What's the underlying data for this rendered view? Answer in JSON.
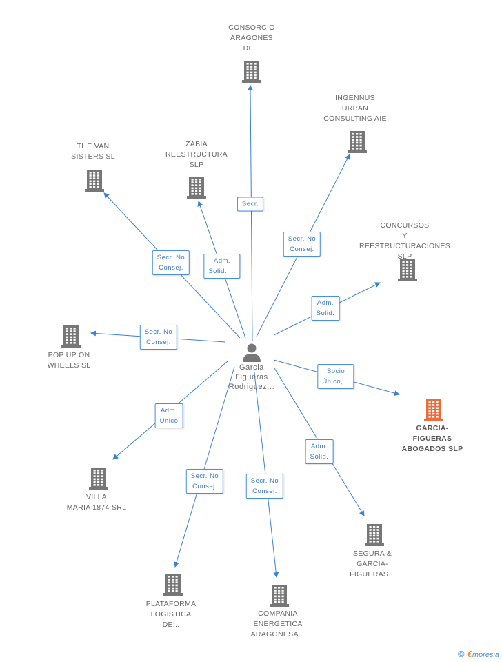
{
  "colors": {
    "edge": "#3a80d6",
    "building": "#777777",
    "highlight": "#f06b3a",
    "badge_text": "#3a78c8"
  },
  "person": {
    "name": "Garcia\nFigueras\nRodriguez...",
    "icon": "person-icon"
  },
  "companies": [
    {
      "name": "CONSORCIO\nARAGONES\nDE...",
      "icon": "building-icon",
      "highlight": false
    },
    {
      "name": "INGENNUS\nURBAN\nCONSULTING AIE",
      "icon": "building-icon",
      "highlight": false
    },
    {
      "name": "THE VAN\nSISTERS  SL",
      "icon": "building-icon",
      "highlight": false
    },
    {
      "name": "ZABIA\nREESTRUCTURA\nSLP",
      "icon": "building-icon",
      "highlight": false
    },
    {
      "name": "CONCURSOS\nY\nREESTRUCTURACIONES SLP",
      "icon": "building-icon",
      "highlight": false
    },
    {
      "name": "POP UP ON\nWHEELS  SL",
      "icon": "building-icon",
      "highlight": false
    },
    {
      "name": "GARCIA-\nFIGUERAS\nABOGADOS SLP",
      "icon": "building-icon",
      "highlight": true
    },
    {
      "name": "VILLA\nMARIA 1874 SRL",
      "icon": "building-icon",
      "highlight": false
    },
    {
      "name": "SEGURA &\nGARCIA-\nFIGUERAS...",
      "icon": "building-icon",
      "highlight": false
    },
    {
      "name": "PLATAFORMA\nLOGISTICA\nDE...",
      "icon": "building-icon",
      "highlight": false
    },
    {
      "name": "COMPAÑIA\nENERGETICA\nARAGONESA...",
      "icon": "building-icon",
      "highlight": false
    }
  ],
  "relations": [
    {
      "company": 0,
      "label": "Secr."
    },
    {
      "company": 1,
      "label": "Secr.  No\nConsej."
    },
    {
      "company": 2,
      "label": "Secr.  No\nConsej."
    },
    {
      "company": 3,
      "label": "Adm.\nSolid.,..."
    },
    {
      "company": 4,
      "label": "Adm.\nSolid."
    },
    {
      "company": 5,
      "label": "Secr.  No\nConsej."
    },
    {
      "company": 6,
      "label": "Socio\nÚnico,..."
    },
    {
      "company": 7,
      "label": "Adm.\nUnico"
    },
    {
      "company": 8,
      "label": "Adm.\nSolid."
    },
    {
      "company": 9,
      "label": "Secr.  No\nConsej."
    },
    {
      "company": 10,
      "label": "Secr.  No\nConsej."
    }
  ],
  "footer": {
    "copyright": "©",
    "brand_initial": "€",
    "brand_rest": "mpresia"
  }
}
